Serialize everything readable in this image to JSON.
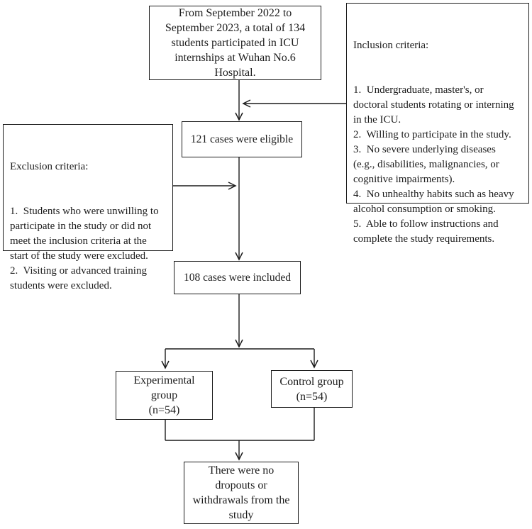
{
  "diagram_title": "Study participant flow diagram",
  "colors": {
    "line": "#1c1c1c",
    "background": "#ffffff",
    "text": "#1c1c1c"
  },
  "boxes": {
    "source": {
      "lines": [
        "From September 2022 to",
        "September 2023, a total of 134",
        "students participated in ICU",
        "internships at Wuhan No.6",
        "Hospital."
      ]
    },
    "inclusion": {
      "title": "Inclusion criteria:",
      "items": [
        [
          "1.  Undergraduate, master's, or",
          "doctoral students rotating or interning",
          "in the ICU."
        ],
        [
          "2.  Willing to participate in the study."
        ],
        [
          "3.  No severe underlying diseases",
          "(e.g., disabilities, malignancies, or",
          "cognitive impairments)."
        ],
        [
          "4.  No unhealthy habits such as heavy",
          "alcohol consumption or smoking."
        ],
        [
          "5.  Able to follow instructions and",
          "complete the study requirements."
        ]
      ]
    },
    "exclusion": {
      "title": "Exclusion criteria:",
      "items": [
        [
          "1.  Students who were unwilling to",
          "participate in the study or did not",
          "meet the inclusion criteria at the",
          "start of the study were excluded."
        ],
        [
          "2.  Visiting or advanced training",
          "students were excluded."
        ]
      ]
    },
    "eligible": {
      "text": "121 cases were eligible"
    },
    "included": {
      "text": "108 cases were included"
    },
    "experimental": {
      "lines": [
        "Experimental",
        "group",
        "(n=54)"
      ]
    },
    "control": {
      "lines": [
        "Control group",
        "(n=54)"
      ]
    },
    "dropouts": {
      "lines": [
        "There were no",
        "dropouts or",
        "withdrawals from the",
        "study"
      ]
    }
  }
}
